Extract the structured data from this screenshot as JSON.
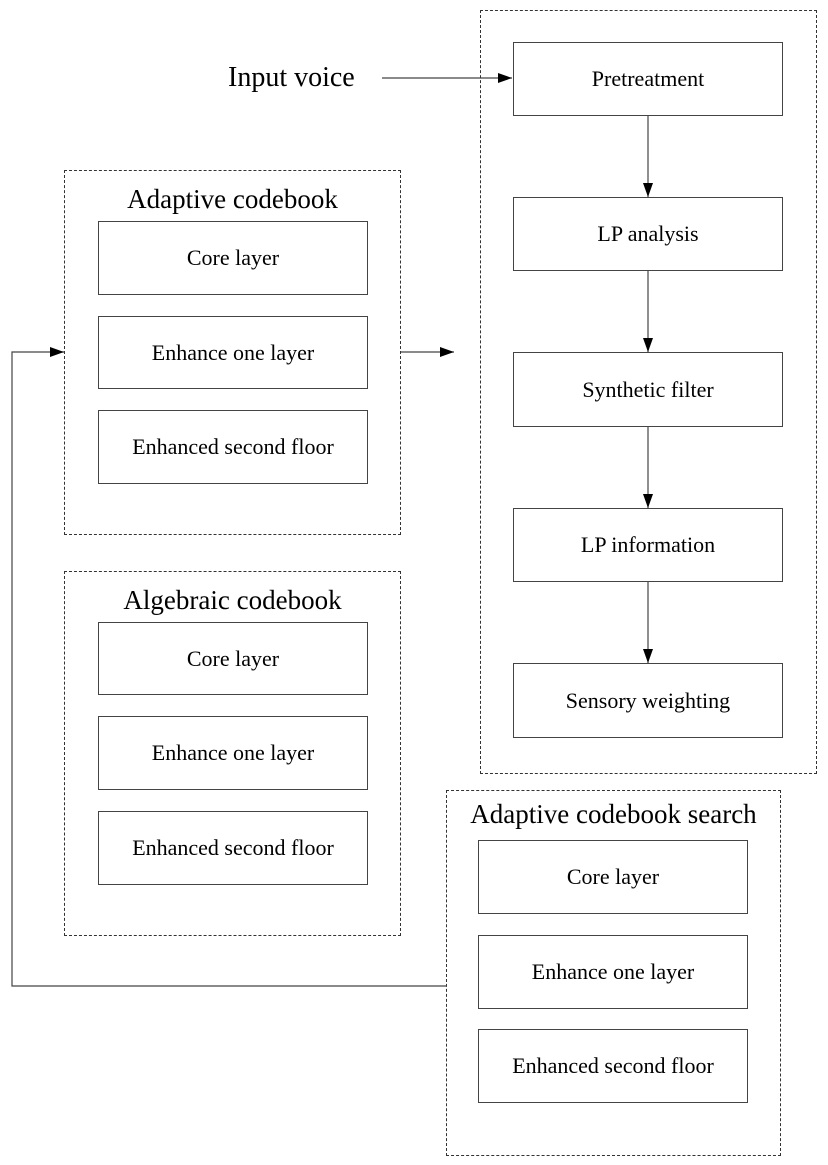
{
  "input_label": "Input voice",
  "pipeline": {
    "steps": [
      "Pretreatment",
      "LP analysis",
      "Synthetic filter",
      "LP information",
      "Sensory weighting"
    ]
  },
  "adaptive_codebook": {
    "title": "Adaptive codebook",
    "layers": [
      "Core layer",
      "Enhance one layer",
      "Enhanced second floor"
    ]
  },
  "algebraic_codebook": {
    "title": "Algebraic codebook",
    "layers": [
      "Core layer",
      "Enhance one layer",
      "Enhanced second floor"
    ]
  },
  "adaptive_codebook_search": {
    "title": "Adaptive codebook search",
    "layers": [
      "Core layer",
      "Enhance one layer",
      "Enhanced second floor"
    ]
  },
  "colors": {
    "line": "#444444",
    "arrowhead": "#000000",
    "dashed_border": "#333333"
  }
}
